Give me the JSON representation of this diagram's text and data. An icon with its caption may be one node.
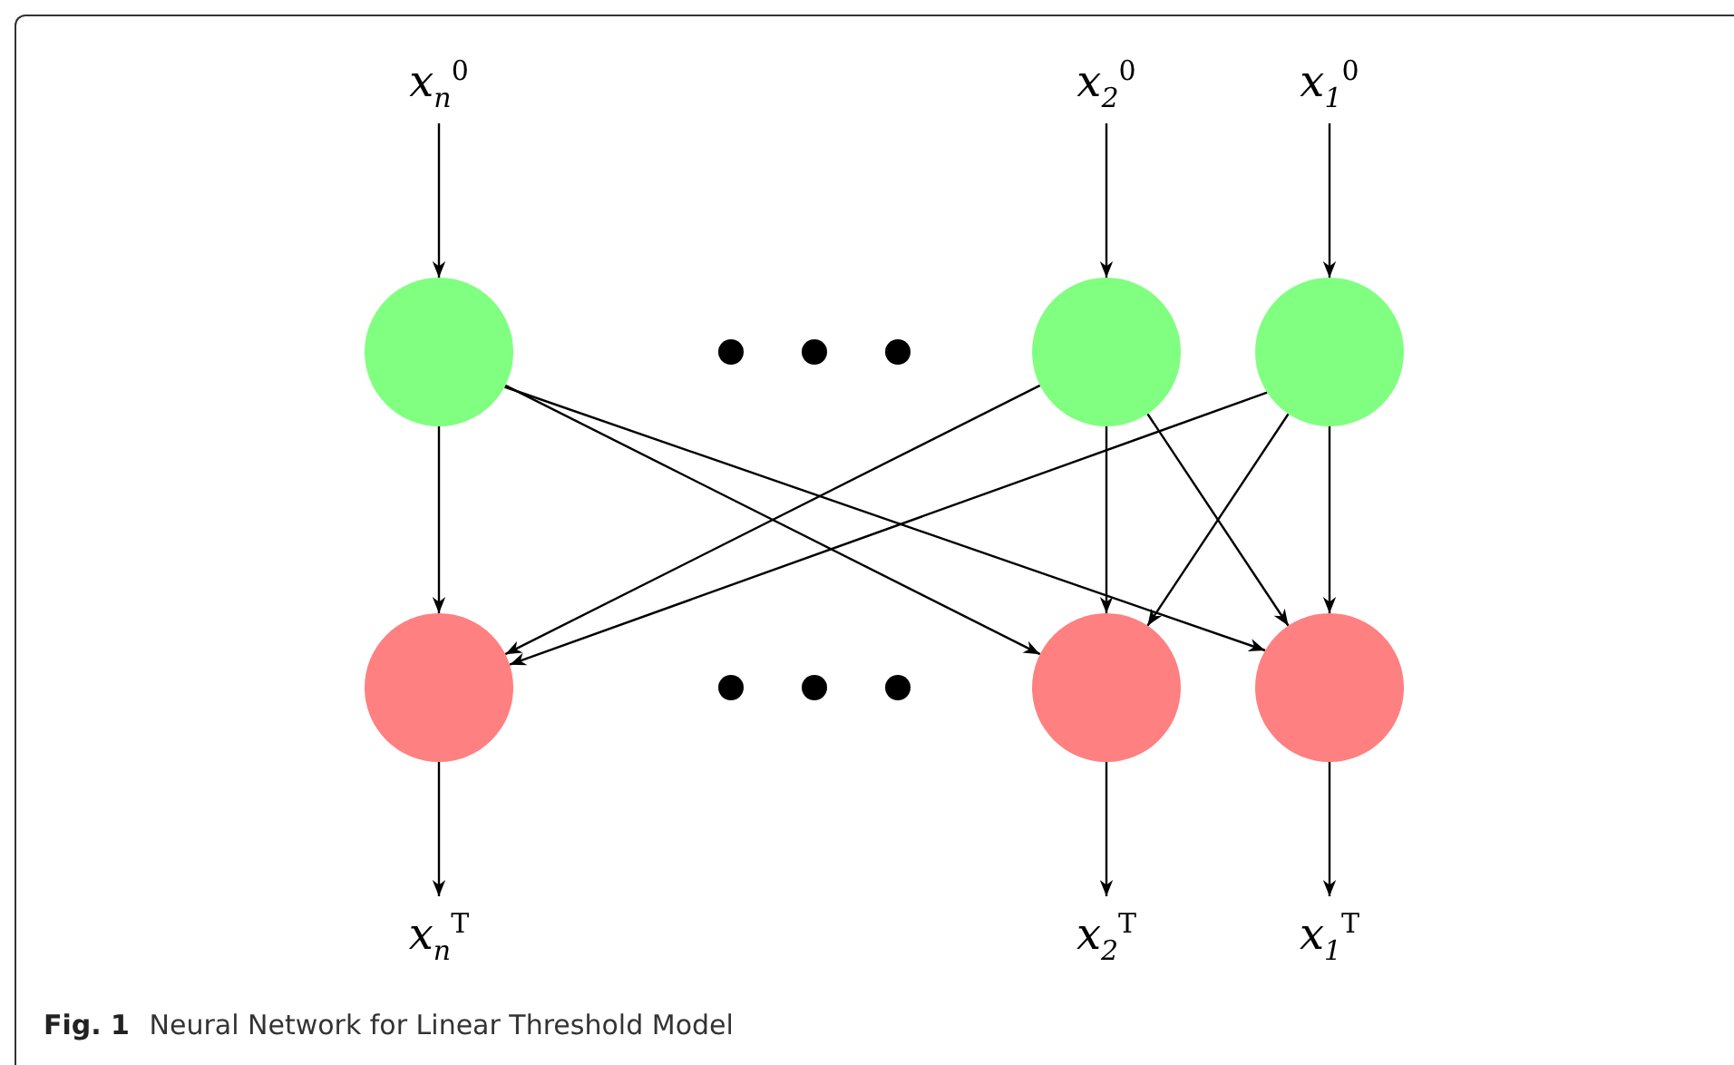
{
  "diagram": {
    "caption": "**Fig. 1** Neural Network for Linear Threshold Model",
    "nodes": [
      {
        "text": [
          "x$_{n}$$^{0}$"
        ]
      },
      {
        "text": [
          "x$_{2}$$^{0}$"
        ]
      },
      {
        "text": [
          "x$_{1}$$^{0}$"
        ]
      },
      {
        "text": [],
        "shape": "circle"
      },
      {
        "text": [],
        "shape": "circle"
      },
      {
        "text": [],
        "shape": "circle"
      },
      {
        "text": [],
        "shape": "circle"
      },
      {
        "text": [],
        "shape": "circle"
      },
      {
        "text": [],
        "shape": "circle"
      },
      {
        "text": [
          "x$_{n}$$^{T}$"
        ]
      },
      {
        "text": [
          "x$_{2}$$^{T}$"
        ]
      },
      {
        "text": [
          "x$_{1}$$^{T}$"
        ]
      }
    ],
    "edges": [
      {
        "from": 0,
        "to": 3,
        "arrow": "to"
      },
      {
        "from": 1,
        "to": 4,
        "arrow": "to"
      },
      {
        "from": 2,
        "to": 5,
        "arrow": "to"
      },
      {
        "from": 3,
        "to": 6,
        "arrow": "to"
      },
      {
        "from": 3,
        "to": 7,
        "arrow": "to"
      },
      {
        "from": 3,
        "to": 8,
        "arrow": "to"
      },
      {
        "from": 4,
        "to": 6,
        "arrow": "to"
      },
      {
        "from": 4,
        "to": 7,
        "arrow": "to"
      },
      {
        "from": 4,
        "to": 8,
        "arrow": "to"
      },
      {
        "from": 5,
        "to": 6,
        "arrow": "to"
      },
      {
        "from": 5,
        "to": 7,
        "arrow": "to"
      },
      {
        "from": 5,
        "to": 8,
        "arrow": "to"
      },
      {
        "from": 6,
        "to": 9,
        "arrow": "to"
      },
      {
        "from": 7,
        "to": 10,
        "arrow": "to"
      },
      {
        "from": 8,
        "to": 11,
        "arrow": "to"
      }
    ]
  }
}
